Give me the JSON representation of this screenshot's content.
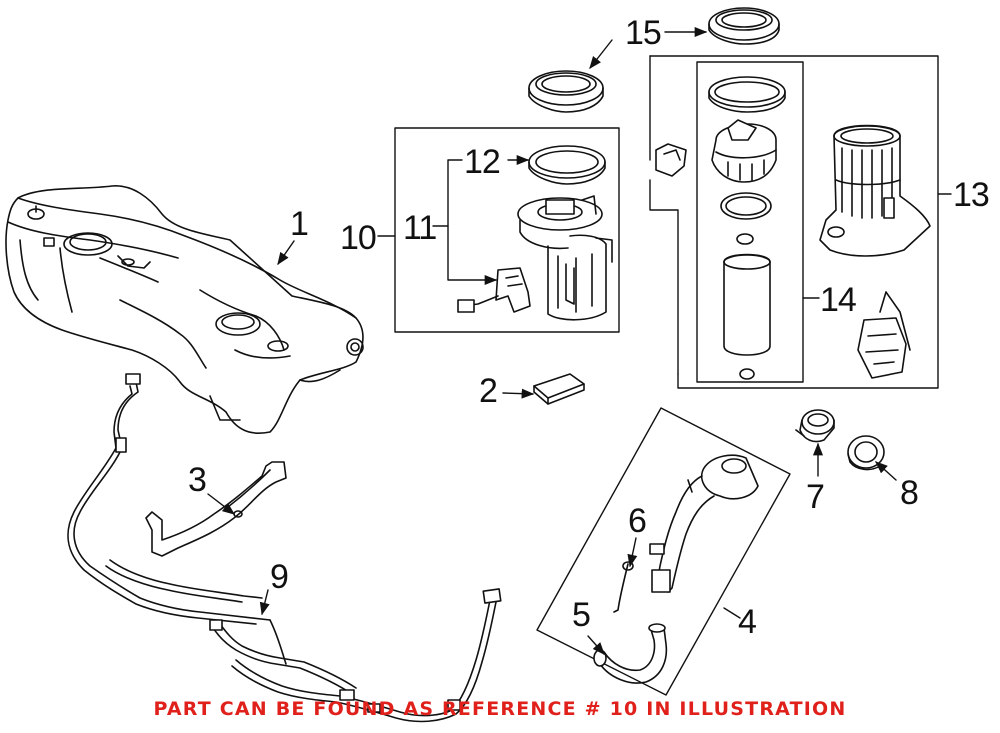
{
  "colors": {
    "footer": "#e0201b",
    "line": "#111111",
    "fill": "#ffffff"
  },
  "callouts": [
    {
      "id": "c1",
      "label": "1"
    },
    {
      "id": "c2",
      "label": "2"
    },
    {
      "id": "c3",
      "label": "3"
    },
    {
      "id": "c4",
      "label": "4"
    },
    {
      "id": "c5",
      "label": "5"
    },
    {
      "id": "c6",
      "label": "6"
    },
    {
      "id": "c7",
      "label": "7"
    },
    {
      "id": "c8",
      "label": "8"
    },
    {
      "id": "c9",
      "label": "9"
    },
    {
      "id": "c10",
      "label": "10"
    },
    {
      "id": "c11",
      "label": "11"
    },
    {
      "id": "c12",
      "label": "12"
    },
    {
      "id": "c13",
      "label": "13"
    },
    {
      "id": "c14",
      "label": "14"
    },
    {
      "id": "c15",
      "label": "15"
    }
  ],
  "footer": {
    "text": "PART CAN BE FOUND AS REFERENCE # 10 IN ILLUSTRATION"
  }
}
